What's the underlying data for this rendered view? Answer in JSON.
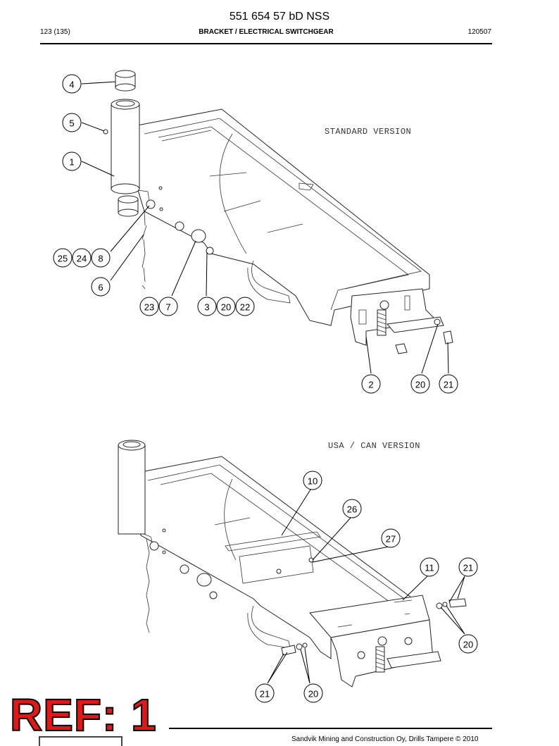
{
  "header": {
    "doc_title": "551 654 57 bD NSS",
    "page_ref": "123 (135)",
    "section_title": "BRACKET / ELECTRICAL SWITCHGEAR",
    "code": "120507"
  },
  "views": {
    "standard_label": "STANDARD VERSION",
    "usa_label": "USA / CAN VERSION"
  },
  "callouts": {
    "top": [
      "4",
      "5",
      "1",
      "25",
      "24",
      "8",
      "6",
      "23",
      "7",
      "3",
      "20",
      "22",
      "2",
      "20",
      "21"
    ],
    "bottom": [
      "10",
      "26",
      "27",
      "11",
      "21",
      "20",
      "21",
      "20"
    ]
  },
  "ref_label": "REF: 1",
  "footer": {
    "text": "Sandvik Mining and Construction Oy, Drills Tampere © 2010"
  }
}
